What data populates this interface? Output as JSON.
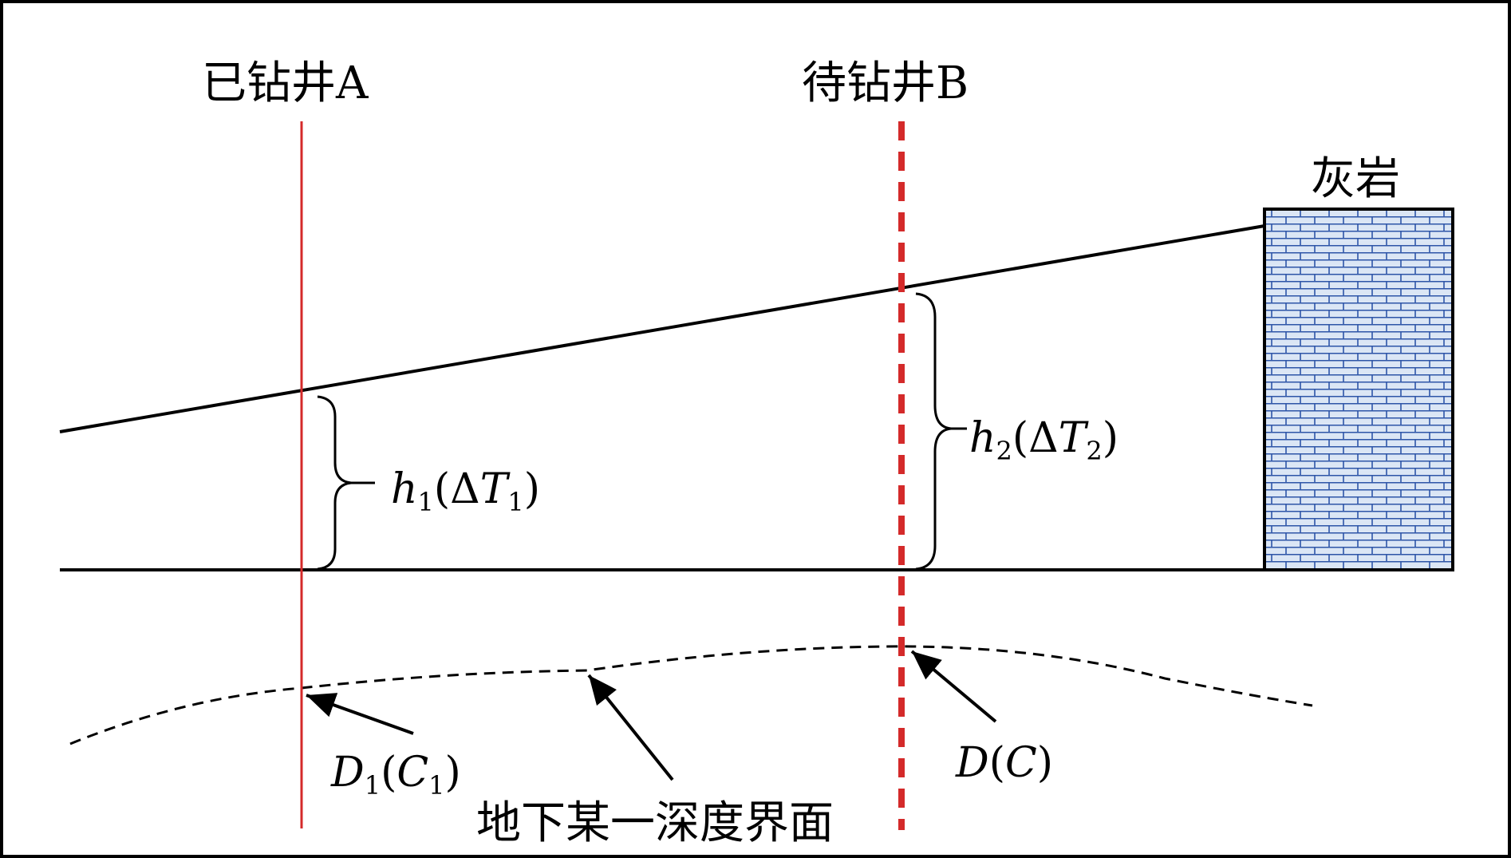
{
  "labels": {
    "well_a": "已钻井A",
    "well_b": "待钻井B",
    "limestone": "灰岩",
    "interface": "地下某一深度界面"
  },
  "math": {
    "h1": {
      "var": "h",
      "sub": "1",
      "open": "(Δ",
      "T": "T",
      "tsub": "1",
      "close": ")"
    },
    "h2": {
      "var": "h",
      "sub": "2",
      "open": "(Δ",
      "T": "T",
      "tsub": "2",
      "close": ")"
    },
    "d1": {
      "var": "D",
      "sub": "1",
      "open": "(",
      "C": "C",
      "csub": "1",
      "close": ")"
    },
    "d": {
      "var": "D",
      "open": "(",
      "C": "C",
      "close": ")"
    }
  },
  "colors": {
    "well_line": "#d42a2a",
    "limestone_fill": "#dbe6f5",
    "limestone_brick": "#2e55a8",
    "line": "#000000"
  }
}
